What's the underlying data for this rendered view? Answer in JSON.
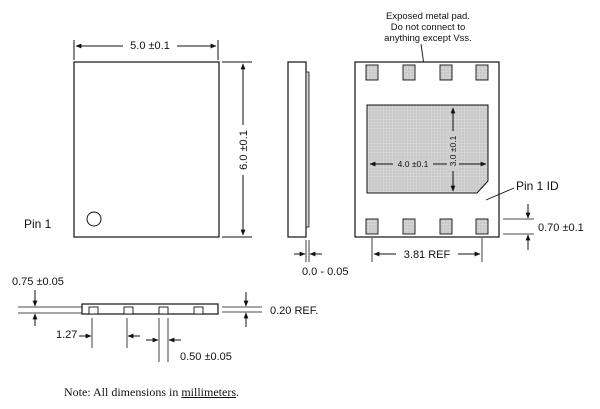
{
  "top_view": {
    "width_label": "5.0 ±0.1",
    "height_label": "6.0 ±0.1",
    "pin1_label": "Pin 1"
  },
  "side_view": {
    "thickness_label": "0.0 - 0.05"
  },
  "bottom_view": {
    "pad_note_lines": [
      "Exposed metal pad.",
      "Do not connect to",
      "anything except Vss."
    ],
    "pad_width_label": "4.0 ±0.1",
    "pad_height_label": "3.0 ±0.1",
    "pin1_id_label": "Pin 1 ID",
    "pin_length_label": "0.70 ±0.1",
    "pitch_ref_label": "3.81 REF"
  },
  "end_view": {
    "height_label": "0.75 ±0.05",
    "ref_label": "0.20 REF.",
    "pitch_label": "1.27",
    "lead_width_label": "0.50 ±0.05"
  },
  "note": {
    "prefix": "Note: All dimensions in ",
    "unit": "millimeters",
    "suffix": "."
  },
  "colors": {
    "line": "#111111",
    "package_fill": "#ffffff",
    "pad_fill": "#cfcfcf",
    "side_fill": "#dcdcdc"
  }
}
